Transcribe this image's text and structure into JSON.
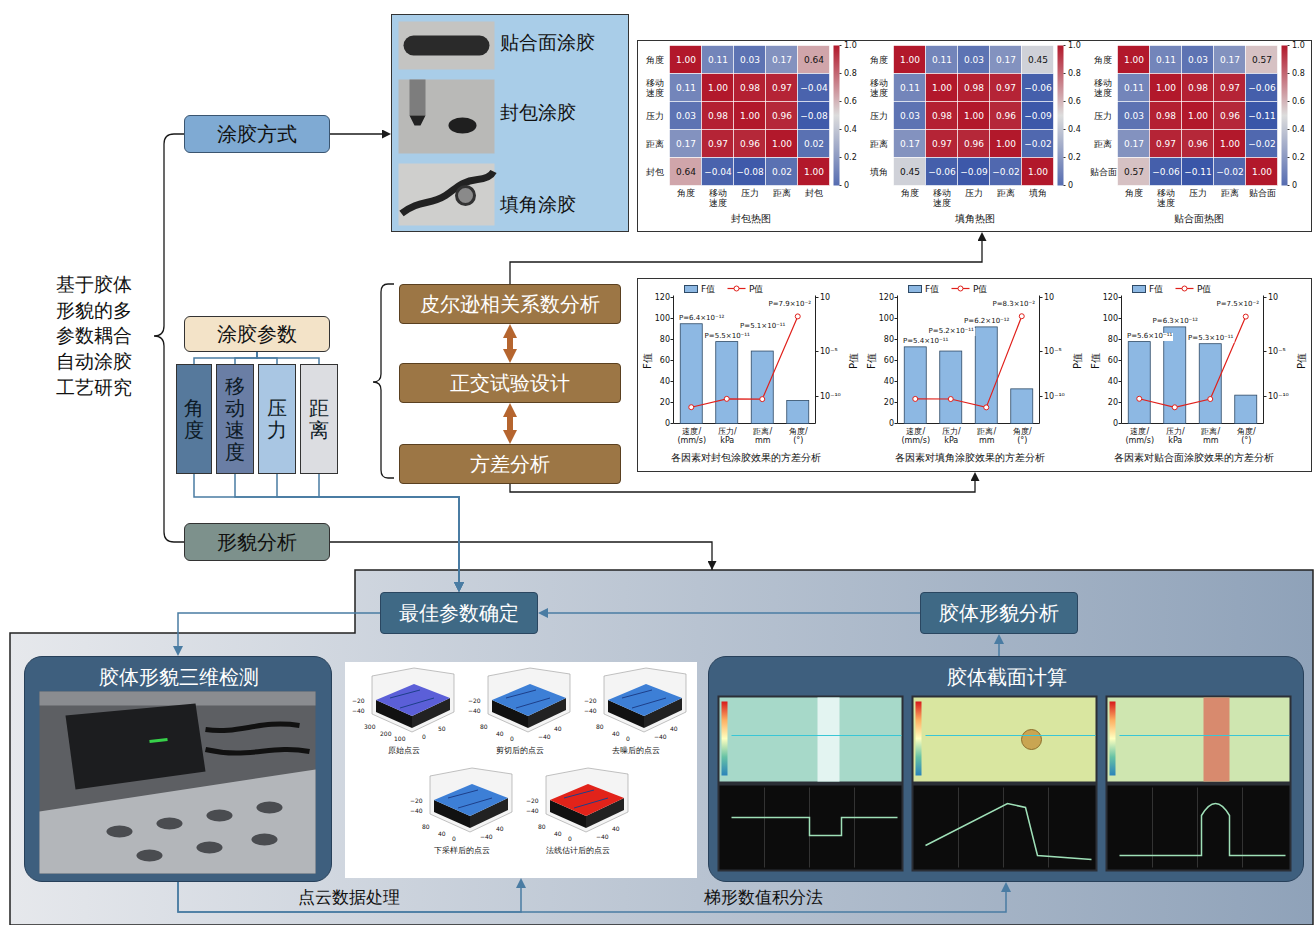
{
  "diagram": {
    "title": "基于胶体形貌的多参数耦合自动涂胶工艺研究",
    "nodes": [
      {
        "text": [
          "涂胶方式"
        ]
      },
      {
        "text": [
          "贴合面涂胶",
          "封包涂胶",
          "填角涂胶"
        ]
      },
      {
        "text": [
          "封包热图",
          "填角热图",
          "贴合面热图"
        ]
      },
      {
        "text": [
          "涂胶参数"
        ]
      },
      {
        "text": [
          "角度"
        ]
      },
      {
        "text": [
          "移动速度"
        ]
      },
      {
        "text": [
          "压力"
        ]
      },
      {
        "text": [
          "距离"
        ]
      },
      {
        "text": [
          "皮尔逊相关系数分析"
        ]
      },
      {
        "text": [
          "正交试验设计"
        ]
      },
      {
        "text": [
          "方差分析"
        ]
      },
      {
        "text": [
          "各因素对封包涂胶效果的方差分析",
          "各因素对填角涂胶效果的方差分析",
          "各因素对贴合面涂胶效果的方差分析"
        ]
      },
      {
        "text": [
          "形貌分析"
        ]
      },
      {
        "text": [
          "最佳参数确定"
        ]
      },
      {
        "text": [
          "胶体形貌分析"
        ]
      },
      {
        "text": [
          "胶体形貌三维检测"
        ]
      },
      {
        "text": [
          "原始点云",
          "剪切后的点云",
          "去噪后的点云",
          "下采样后的点云",
          "法线估计后的点云"
        ]
      },
      {
        "text": [
          "胶体截面计算"
        ]
      }
    ],
    "edges": [
      {
        "from": 0,
        "to": 1,
        "arrow": "to"
      },
      {
        "from": 3,
        "to": 4,
        "arrow": "none"
      },
      {
        "from": 3,
        "to": 5,
        "arrow": "none"
      },
      {
        "from": 3,
        "to": 6,
        "arrow": "none"
      },
      {
        "from": 3,
        "to": 7,
        "arrow": "none"
      },
      {
        "from": 4,
        "to": 13,
        "arrow": "to"
      },
      {
        "from": 5,
        "to": 13,
        "arrow": "to"
      },
      {
        "from": 6,
        "to": 13,
        "arrow": "to"
      },
      {
        "from": 7,
        "to": 13,
        "arrow": "to"
      },
      {
        "from": 8,
        "to": 9,
        "arrow": "both"
      },
      {
        "from": 9,
        "to": 10,
        "arrow": "both"
      },
      {
        "from": 8,
        "to": 2,
        "arrow": "to"
      },
      {
        "from": 10,
        "to": 11,
        "arrow": "to"
      },
      {
        "from": 13,
        "to": 15,
        "arrow": "to"
      },
      {
        "from": 14,
        "to": 13,
        "arrow": "to"
      },
      {
        "from": 17,
        "to": 14,
        "arrow": "to"
      },
      {
        "from": 15,
        "to": 16,
        "label": "点云数据处理",
        "arrow": "to"
      },
      {
        "from": 15,
        "to": 17,
        "label": "梯形数值积分法",
        "arrow": "to"
      }
    ],
    "labels": [
      "1.00",
      "0.11",
      "0.03",
      "0.17",
      "0.64",
      "0.11",
      "1.00",
      "0.98",
      "0.97",
      "−0.04",
      "0.03",
      "0.98",
      "1.00",
      "0.96",
      "−0.08",
      "0.17",
      "0.97",
      "0.96",
      "1.00",
      "0.02",
      "0.64",
      "−0.04",
      "−0.08",
      "0.02",
      "1.00",
      "角度",
      "移动速度",
      "压力",
      "距离",
      "封包",
      "角度",
      "移动速度",
      "压力",
      "距离",
      "封包",
      "1.0",
      "0.8",
      "0.6",
      "0.4",
      "0.2",
      "0",
      "1.00",
      "0.11",
      "0.03",
      "0.17",
      "0.45",
      "0.11",
      "1.00",
      "0.98",
      "0.97",
      "−0.06",
      "0.03",
      "0.98",
      "1.00",
      "0.96",
      "−0.09",
      "0.17",
      "0.97",
      "0.96",
      "1.00",
      "−0.02",
      "0.45",
      "−0.06",
      "−0.09",
      "−0.02",
      "1.00",
      "角度",
      "移动速度",
      "压力",
      "距离",
      "填角",
      "角度",
      "移动速度",
      "压力",
      "距离",
      "填角",
      "1.0",
      "0.8",
      "0.6",
      "0.4",
      "0.2",
      "0",
      "1.00",
      "0.11",
      "0.03",
      "0.17",
      "0.57",
      "0.11",
      "1.00",
      "0.98",
      "0.97",
      "−0.06",
      "0.03",
      "0.98",
      "1.00",
      "0.96",
      "−0.11",
      "0.17",
      "0.97",
      "0.96",
      "1.00",
      "−0.02",
      "0.57",
      "−0.06",
      "−0.11",
      "−0.02",
      "1.00",
      "角度",
      "移动速度",
      "压力",
      "距离",
      "贴合面",
      "角度",
      "移动速度",
      "压力",
      "距离",
      "贴合面",
      "1.0",
      "0.8",
      "0.6",
      "0.4",
      "0.2",
      "0",
      "0",
      "20",
      "40",
      "60",
      "80",
      "100",
      "120",
      "F值",
      "P值",
      "10",
      "10⁻⁵",
      "10⁻¹⁰",
      "速度/ (mm/s)",
      "压力/ kPa",
      "距离/ mm",
      "角度/ (°)",
      "P=6.4×10⁻¹²",
      "P=5.5×10⁻¹¹",
      "P=5.1×10⁻¹¹",
      "P=7.9×10⁻²",
      "0",
      "20",
      "40",
      "60",
      "80",
      "100",
      "120",
      "F值",
      "P值",
      "10",
      "10⁻⁵",
      "10⁻¹⁰",
      "速度/ (mm/s)",
      "压力/ kPa",
      "距离/ mm",
      "角度/ (°)",
      "P=5.4×10⁻¹¹",
      "P=5.2×10⁻¹¹",
      "P=6.2×10⁻¹²",
      "P=8.3×10⁻²",
      "0",
      "20",
      "40",
      "60",
      "80",
      "100",
      "120",
      "F值",
      "P值",
      "10",
      "10⁻⁵",
      "10⁻¹⁰",
      "速度/ (mm/s)",
      "压力/ kPa",
      "距离/ mm",
      "角度/ (°)",
      "P=5.6×10⁻¹¹",
      "P=6.3×10⁻¹²",
      "P=5.3×10⁻¹¹",
      "P=7.5×10⁻²",
      "−20",
      "−40",
      "300",
      "200",
      "100",
      "0",
      "50",
      "−20",
      "−40",
      "80",
      "40",
      "0",
      "−40",
      "40",
      "−20",
      "−40",
      "80",
      "40",
      "0",
      "−40",
      "40",
      "−20",
      "−40",
      "80",
      "40",
      "0",
      "−40",
      "40",
      "−20",
      "−40",
      "80",
      "40",
      "0",
      "−40",
      "40"
    ],
    "legend": [
      {
        "text": "F值",
        "color": "#8db8e3"
      },
      {
        "text": "P值"
      },
      {
        "text": "F值",
        "color": "#8db8e3"
      },
      {
        "text": "P值"
      },
      {
        "text": "F值",
        "color": "#8db8e3"
      },
      {
        "text": "P值"
      }
    ]
  }
}
